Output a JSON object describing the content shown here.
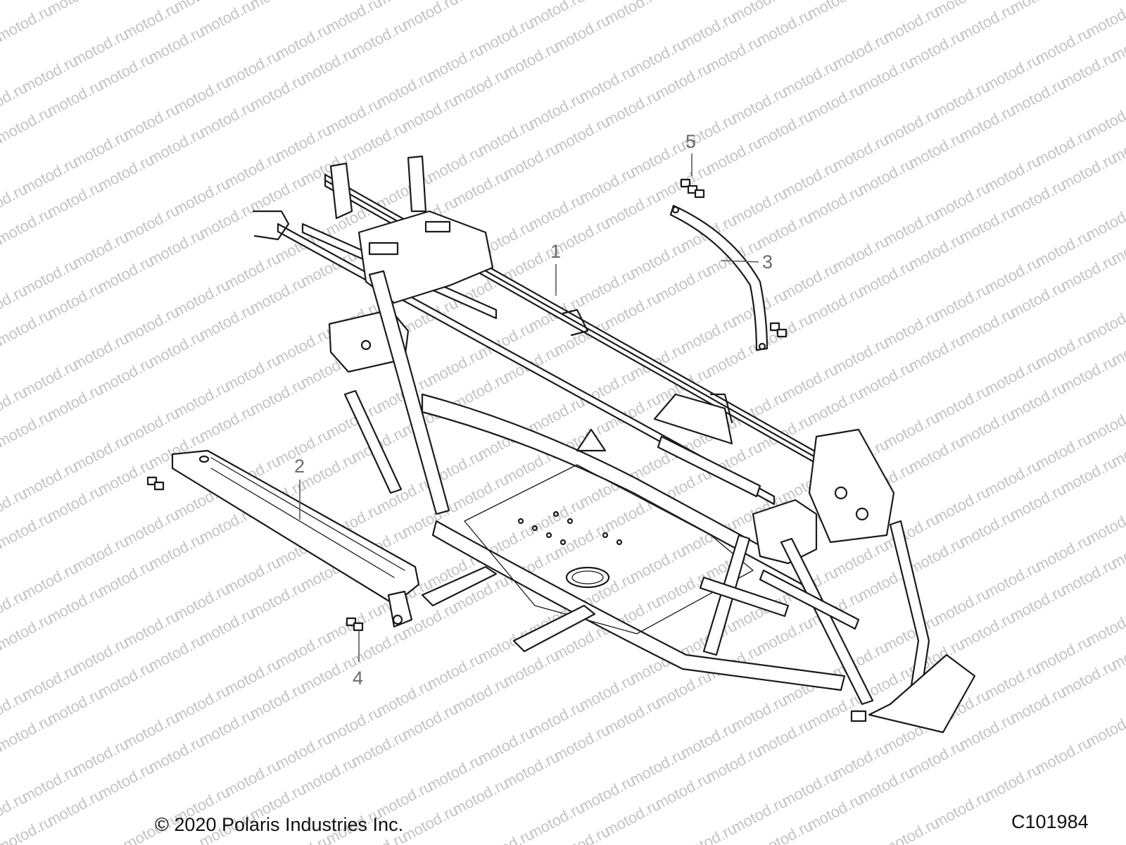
{
  "watermark": "motod.ru",
  "callouts": [
    {
      "id": "1",
      "label": "1"
    },
    {
      "id": "2",
      "label": "2"
    },
    {
      "id": "3",
      "label": "3"
    },
    {
      "id": "4",
      "label": "4"
    },
    {
      "id": "5",
      "label": "5"
    }
  ],
  "footer": {
    "copyright": "© 2020 Polaris Industries Inc.",
    "figure_id": "C101984"
  },
  "colors": {
    "line": "#1a1a1a",
    "watermark": "#c4c4c4",
    "callout": "#6b6b6b"
  }
}
